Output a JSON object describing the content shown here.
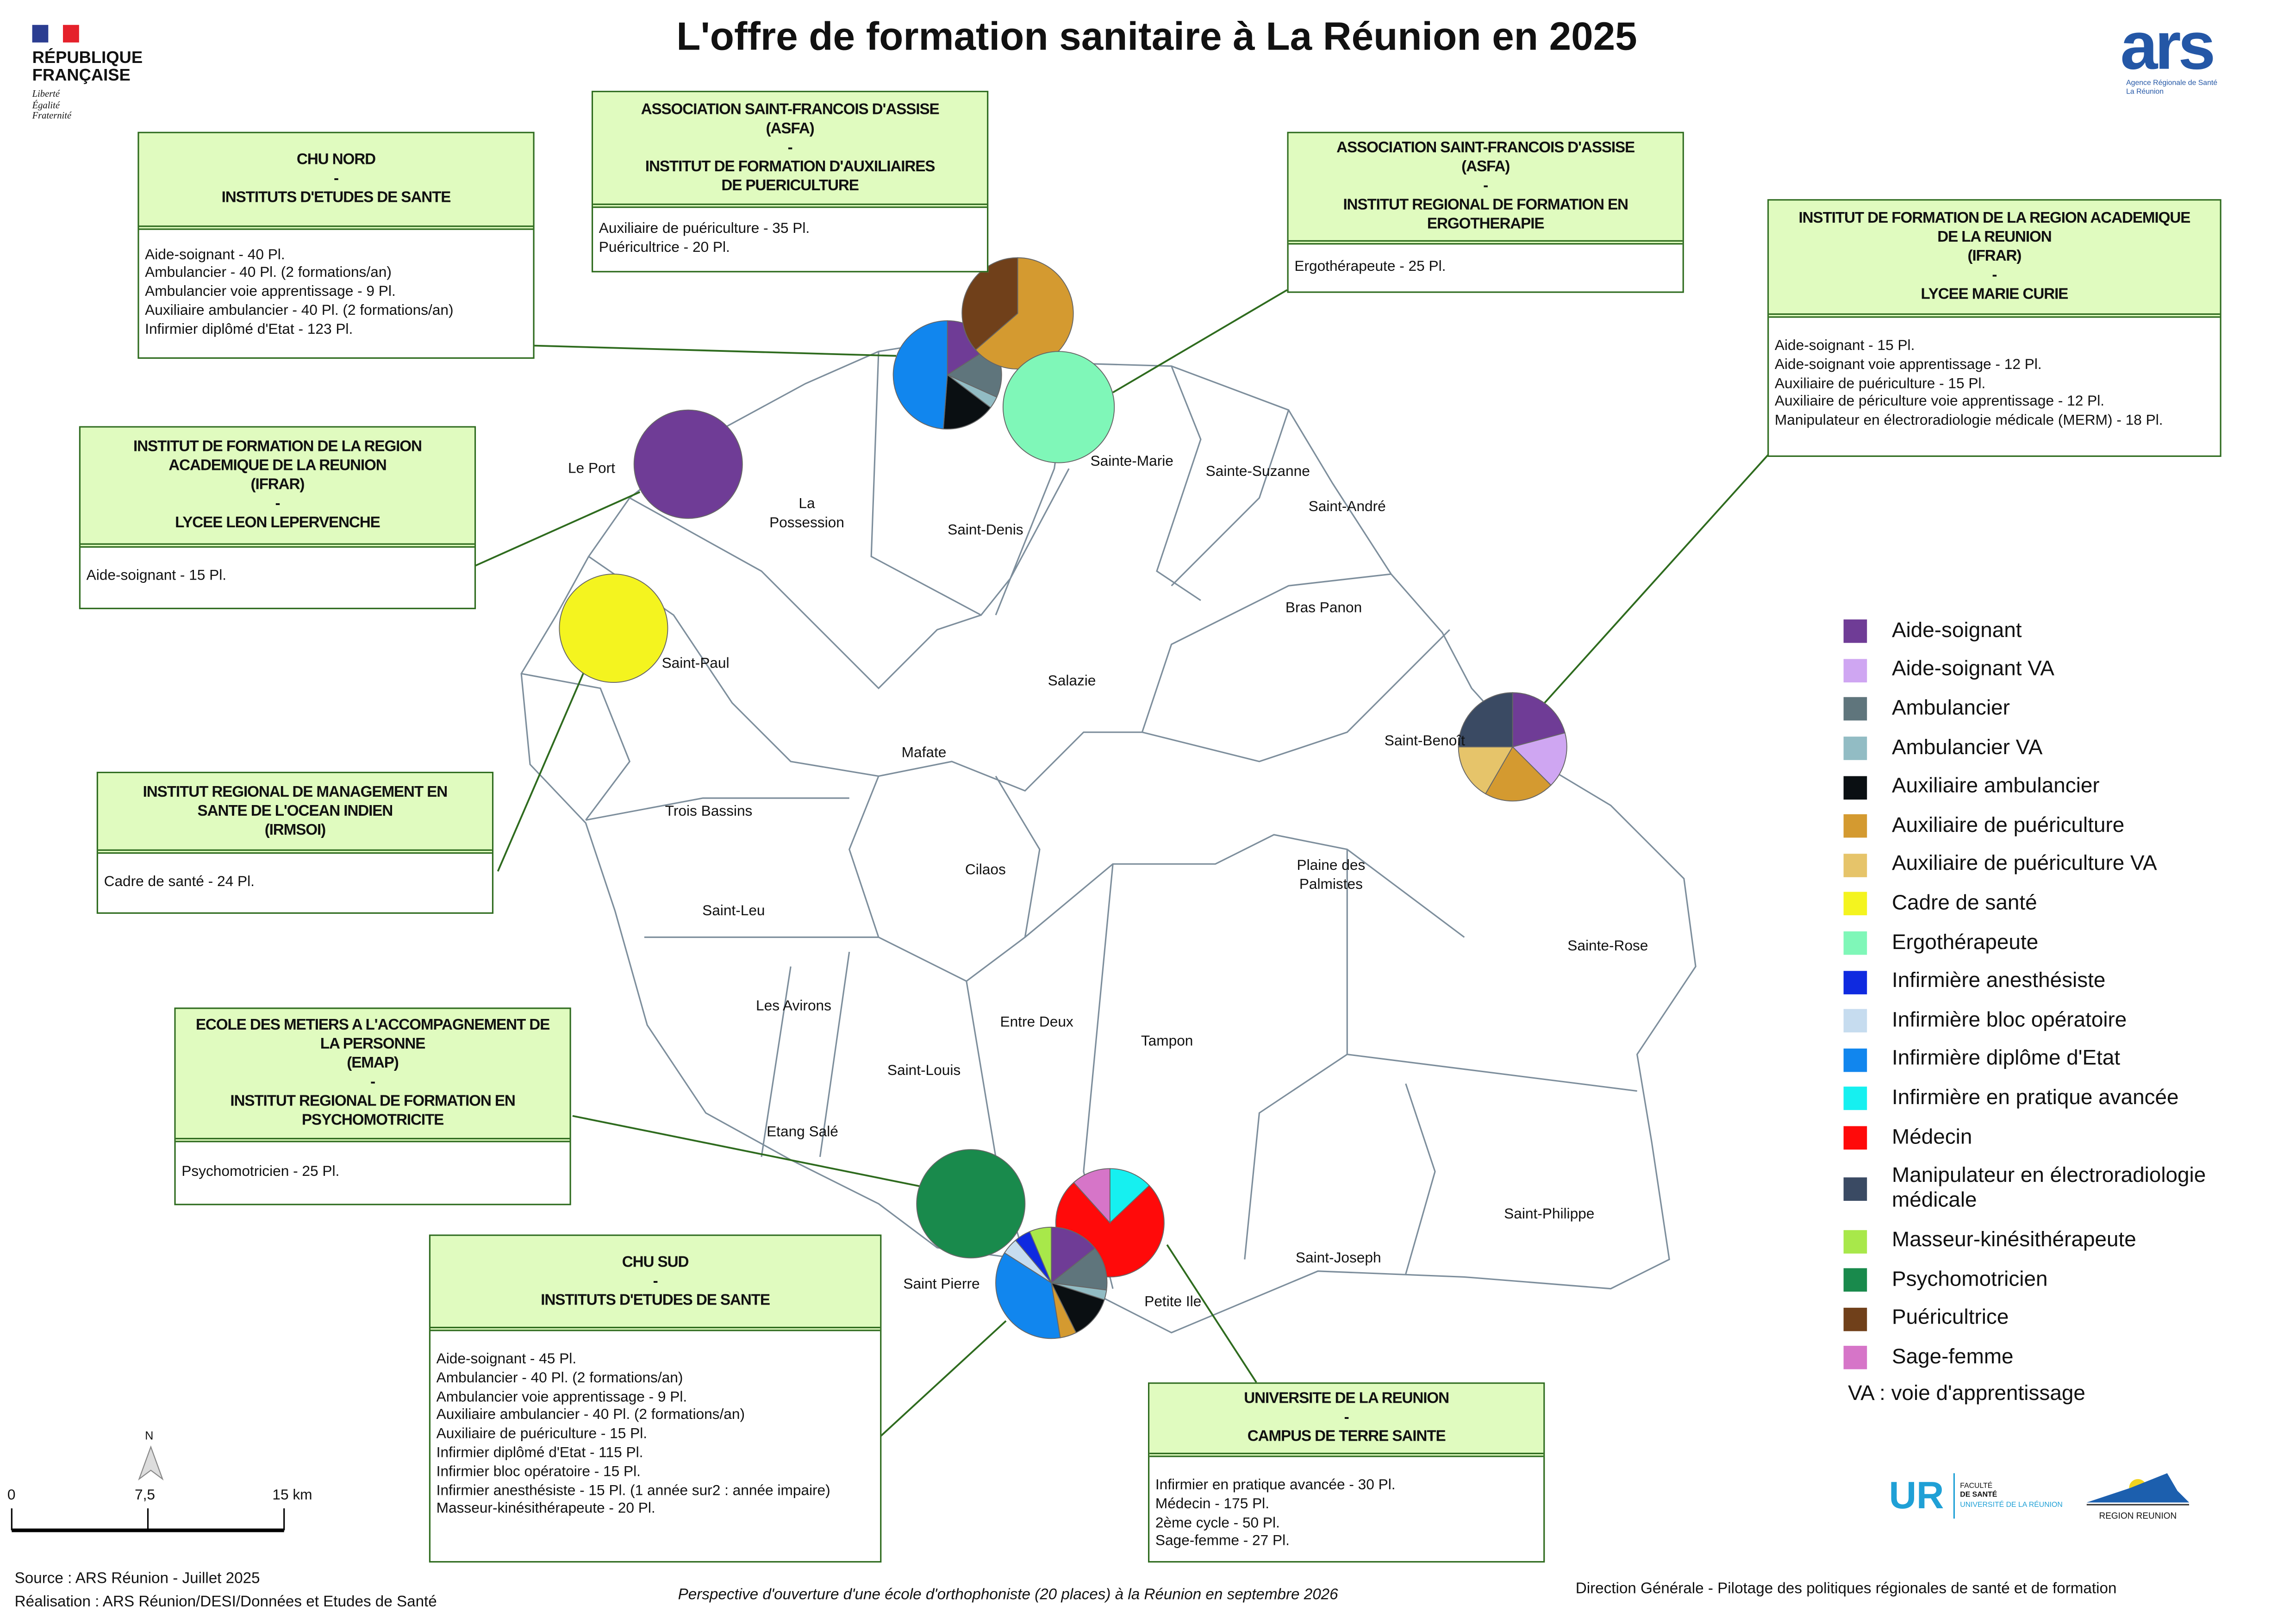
{
  "title": "L'offre de formation sanitaire à La Réunion en 2025",
  "logos": {
    "rf": [
      "RÉPUBLIQUE",
      "FRANÇAISE"
    ],
    "rf_motto": [
      "Liberté",
      "Égalité",
      "Fraternité"
    ],
    "ars": "ars",
    "ars_sub": [
      "Agence Régionale de Santé",
      "La Réunion"
    ],
    "ur": "UR",
    "ur_lines": [
      "FACULTÉ",
      "DE SANTÉ",
      "UNIVERSITÉ DE LA RÉUNION"
    ],
    "region": "REGION REUNION"
  },
  "legend": {
    "items": [
      {
        "key": "as",
        "label": "Aide-soignant",
        "color": "#6F3C96"
      },
      {
        "key": "asva",
        "label": "Aide-soignant VA",
        "color": "#CFA6F2"
      },
      {
        "key": "amb",
        "label": "Ambulancier",
        "color": "#5F757C"
      },
      {
        "key": "ambva",
        "label": "Ambulancier VA",
        "color": "#92BCC4"
      },
      {
        "key": "auxamb",
        "label": "Auxiliaire ambulancier",
        "color": "#0A0F12"
      },
      {
        "key": "apu",
        "label": "Auxiliaire de puériculture",
        "color": "#D49A30"
      },
      {
        "key": "apuva",
        "label": "Auxiliaire de puériculture VA",
        "color": "#E6C46A"
      },
      {
        "key": "cadre",
        "label": "Cadre de santé",
        "color": "#F4F41F"
      },
      {
        "key": "ergo",
        "label": "Ergothérapeute",
        "color": "#7FF7B8"
      },
      {
        "key": "iade",
        "label": "Infirmière anesthésiste",
        "color": "#0F2AE0"
      },
      {
        "key": "ibode",
        "label": "Infirmière bloc opératoire",
        "color": "#C6DCEF"
      },
      {
        "key": "ide",
        "label": "Infirmière diplôme d'Etat",
        "color": "#1186EE"
      },
      {
        "key": "ipa",
        "label": "Infirmière en pratique avancée",
        "color": "#16F0F0"
      },
      {
        "key": "med",
        "label": "Médecin",
        "color": "#FF0A0A"
      },
      {
        "key": "merm",
        "label": "Manipulateur en électroradiologie médicale",
        "color": "#3A4A63"
      },
      {
        "key": "mk",
        "label": "Masseur-kinésithérapeute",
        "color": "#A8E84A"
      },
      {
        "key": "psy",
        "label": "Psychomotricien",
        "color": "#198A4C"
      },
      {
        "key": "puer",
        "label": "Puéricultrice",
        "color": "#70401A"
      },
      {
        "key": "sf",
        "label": "Sage-femme",
        "color": "#D675C8"
      }
    ],
    "note": "VA : voie d'apprentissage"
  },
  "boxes": [
    {
      "id": "chu-nord",
      "header": [
        "CHU NORD",
        "-",
        "INSTITUTS D'ETUDES DE SANTE"
      ],
      "lines": [
        "Aide-soignant - 40 Pl.",
        "Ambulancier - 40 Pl. (2 formations/an)",
        "Ambulancier voie apprentissage - 9 Pl.",
        "Auxiliaire ambulancier - 40 Pl. (2 formations/an)",
        "Infirmier diplômé d'Etat - 123 Pl."
      ]
    },
    {
      "id": "asfa-puer",
      "header": [
        "ASSOCIATION SAINT-FRANCOIS D'ASSISE",
        "(ASFA)",
        "-",
        "INSTITUT DE FORMATION D'AUXILIAIRES",
        "DE PUERICULTURE"
      ],
      "lines": [
        "Auxiliaire de puériculture - 35 Pl.",
        "Puéricultrice - 20 Pl."
      ]
    },
    {
      "id": "asfa-ergo",
      "header": [
        "ASSOCIATION SAINT-FRANCOIS D'ASSISE",
        "(ASFA)",
        "-",
        "INSTITUT REGIONAL DE FORMATION EN",
        "ERGOTHERAPIE"
      ],
      "lines": [
        "Ergothérapeute - 25 Pl."
      ]
    },
    {
      "id": "ifrar-curie",
      "header": [
        "INSTITUT DE FORMATION DE LA REGION ACADEMIQUE",
        "DE LA REUNION",
        "(IFRAR)",
        "-",
        "LYCEE MARIE CURIE"
      ],
      "lines": [
        "Aide-soignant - 15 Pl.",
        "Aide-soignant voie apprentissage - 12 Pl.",
        "Auxiliaire de puériculture - 15 Pl.",
        "Auxiliaire de périculture voie apprentissage - 12 Pl.",
        "Manipulateur en électroradiologie médicale (MERM) - 18 Pl."
      ]
    },
    {
      "id": "ifrar-lepervenche",
      "header": [
        "INSTITUT DE FORMATION DE LA REGION",
        "ACADEMIQUE DE LA REUNION",
        "(IFRAR)",
        "-",
        "LYCEE LEON LEPERVENCHE"
      ],
      "lines": [
        "Aide-soignant - 15 Pl."
      ]
    },
    {
      "id": "irmsoi",
      "header": [
        "INSTITUT REGIONAL DE MANAGEMENT EN",
        "SANTE DE L'OCEAN INDIEN",
        "(IRMSOI)"
      ],
      "lines": [
        "Cadre de santé - 24 Pl."
      ]
    },
    {
      "id": "emap",
      "header": [
        "ECOLE DES METIERS A L'ACCOMPAGNEMENT DE",
        "LA PERSONNE",
        "(EMAP)",
        "-",
        "INSTITUT REGIONAL DE FORMATION EN",
        "PSYCHOMOTRICITE"
      ],
      "lines": [
        "Psychomotricien - 25 Pl."
      ]
    },
    {
      "id": "chu-sud",
      "header": [
        "CHU SUD",
        "-",
        "INSTITUTS D'ETUDES DE SANTE"
      ],
      "lines": [
        "Aide-soignant - 45 Pl.",
        "Ambulancier - 40 Pl. (2 formations/an)",
        "Ambulancier voie apprentissage - 9 Pl.",
        "Auxiliaire ambulancier - 40 Pl. (2 formations/an)",
        "Auxiliaire de puériculture - 15 Pl.",
        "Infirmier diplômé d'Etat - 115 Pl.",
        "Infirmier bloc opératoire - 15 Pl.",
        "Infirmier anesthésiste - 15 Pl. (1 année sur2 : année impaire)",
        "Masseur-kinésithérapeute - 20 Pl."
      ]
    },
    {
      "id": "universite",
      "header": [
        "UNIVERSITE DE LA REUNION",
        "-",
        "CAMPUS DE TERRE SAINTE"
      ],
      "lines": [
        "Infirmier en pratique avancée - 30 Pl.",
        "Médecin - 175 Pl.",
        "2ème cycle - 50 Pl.",
        "Sage-femme - 27 Pl."
      ]
    }
  ],
  "communes": [
    "Le Port",
    "La Possession",
    "Saint-Denis",
    "Sainte-Marie",
    "Sainte-Suzanne",
    "Saint-André",
    "Bras Panon",
    "Salazie",
    "Saint-Paul",
    "Mafate",
    "Saint-Benoît",
    "Trois Bassins",
    "Cilaos",
    "Plaine des Palmistes",
    "Saint-Leu",
    "Sainte-Rose",
    "Les Avirons",
    "Entre Deux",
    "Tampon",
    "Saint-Louis",
    "Etang Salé",
    "Saint Pierre",
    "Petite Ile",
    "Saint-Joseph",
    "Saint-Philippe"
  ],
  "chart_data": {
    "type": "pie",
    "title": "Places de formation par établissement",
    "pies": [
      {
        "site": "chu-nord",
        "slices": [
          {
            "k": "as",
            "v": 40
          },
          {
            "k": "amb",
            "v": 40
          },
          {
            "k": "ambva",
            "v": 9
          },
          {
            "k": "auxamb",
            "v": 40
          },
          {
            "k": "ide",
            "v": 123
          }
        ]
      },
      {
        "site": "asfa-puer",
        "slices": [
          {
            "k": "apu",
            "v": 35
          },
          {
            "k": "puer",
            "v": 20
          }
        ]
      },
      {
        "site": "asfa-ergo",
        "slices": [
          {
            "k": "ergo",
            "v": 25
          }
        ]
      },
      {
        "site": "ifrar-lepervenche",
        "slices": [
          {
            "k": "as",
            "v": 15
          }
        ]
      },
      {
        "site": "irmsoi",
        "slices": [
          {
            "k": "cadre",
            "v": 24
          }
        ]
      },
      {
        "site": "ifrar-curie",
        "slices": [
          {
            "k": "as",
            "v": 15
          },
          {
            "k": "asva",
            "v": 12
          },
          {
            "k": "apu",
            "v": 15
          },
          {
            "k": "apuva",
            "v": 12
          },
          {
            "k": "merm",
            "v": 18
          }
        ]
      },
      {
        "site": "emap",
        "slices": [
          {
            "k": "psy",
            "v": 25
          }
        ]
      },
      {
        "site": "universite",
        "slices": [
          {
            "k": "ipa",
            "v": 30
          },
          {
            "k": "med",
            "v": 175
          },
          {
            "k": "sf",
            "v": 27
          }
        ]
      },
      {
        "site": "chu-sud",
        "slices": [
          {
            "k": "as",
            "v": 45
          },
          {
            "k": "amb",
            "v": 40
          },
          {
            "k": "ambva",
            "v": 9
          },
          {
            "k": "auxamb",
            "v": 40
          },
          {
            "k": "apu",
            "v": 15
          },
          {
            "k": "ide",
            "v": 115
          },
          {
            "k": "ibode",
            "v": 15
          },
          {
            "k": "iade",
            "v": 15
          },
          {
            "k": "mk",
            "v": 20
          }
        ]
      }
    ]
  },
  "scale": {
    "ticks": [
      "0",
      "7,5",
      "15 km"
    ],
    "north": "N"
  },
  "footer": {
    "source": "Source : ARS Réunion - Juillet 2025",
    "realisation": "Réalisation : ARS Réunion/DESI/Données et Etudes de Santé",
    "perspective": "Perspective d'ouverture d'une école d'orthophoniste (20 places) à la Réunion en septembre 2026",
    "direction": "Direction Générale - Pilotage des politiques régionales de santé et de formation"
  }
}
